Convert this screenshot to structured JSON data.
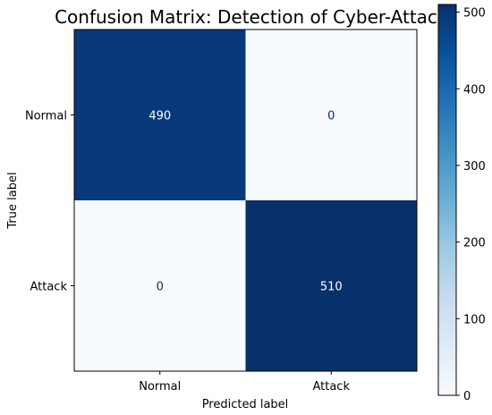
{
  "chart_data": {
    "type": "heatmap",
    "title": "Confusion Matrix: Detection of Cyber-Attac",
    "xlabel": "Predicted label",
    "ylabel": "True label",
    "x_categories": [
      "Normal",
      "Attack"
    ],
    "y_categories": [
      "Normal",
      "Attack"
    ],
    "values": [
      [
        490,
        0
      ],
      [
        0,
        510
      ]
    ],
    "cell_labels": [
      [
        "490",
        "0"
      ],
      [
        "0",
        "510"
      ]
    ],
    "colormap": "Blues",
    "colormap_low": "#f7fbff",
    "colormap_high": "#08306b",
    "colorbar": {
      "range": [
        0,
        510
      ],
      "ticks": [
        0,
        100,
        200,
        300,
        400,
        500
      ],
      "tick_labels": [
        "0",
        "100",
        "200",
        "300",
        "400",
        "500"
      ]
    },
    "text_color_dark": "#ffffff",
    "text_color_light": "#08306b",
    "grid": false
  }
}
